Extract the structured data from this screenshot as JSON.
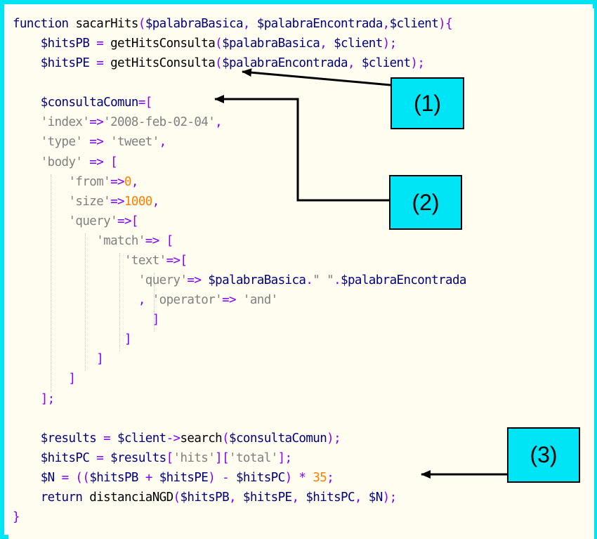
{
  "code": {
    "lines": [
      [
        {
          "t": "function ",
          "c": "kw"
        },
        {
          "t": "sacarHits",
          "c": "fn"
        },
        {
          "t": "(",
          "c": "op"
        },
        {
          "t": "$palabraBasica",
          "c": "var"
        },
        {
          "t": ", ",
          "c": "op"
        },
        {
          "t": "$palabraEncontrada",
          "c": "var"
        },
        {
          "t": ",",
          "c": "op"
        },
        {
          "t": "$client",
          "c": "var"
        },
        {
          "t": "){",
          "c": "op"
        }
      ],
      [
        {
          "t": "    $hitsPB ",
          "c": "var"
        },
        {
          "t": "= ",
          "c": "op"
        },
        {
          "t": "getHitsConsulta",
          "c": "fn"
        },
        {
          "t": "(",
          "c": "op"
        },
        {
          "t": "$palabraBasica",
          "c": "var"
        },
        {
          "t": ", ",
          "c": "op"
        },
        {
          "t": "$client",
          "c": "var"
        },
        {
          "t": ");",
          "c": "op"
        }
      ],
      [
        {
          "t": "    $hitsPE ",
          "c": "var"
        },
        {
          "t": "= ",
          "c": "op"
        },
        {
          "t": "getHitsConsulta",
          "c": "fn"
        },
        {
          "t": "(",
          "c": "op"
        },
        {
          "t": "$palabraEncontrada",
          "c": "var"
        },
        {
          "t": ", ",
          "c": "op"
        },
        {
          "t": "$client",
          "c": "var"
        },
        {
          "t": ");",
          "c": "op"
        }
      ],
      [],
      [
        {
          "t": "    $consultaComun",
          "c": "var"
        },
        {
          "t": "=[",
          "c": "op"
        }
      ],
      [
        {
          "t": "    'index'",
          "c": "str"
        },
        {
          "t": "=>",
          "c": "op"
        },
        {
          "t": "'2008-feb-02-04'",
          "c": "str"
        },
        {
          "t": ",",
          "c": "op"
        }
      ],
      [
        {
          "t": "    'type' ",
          "c": "str"
        },
        {
          "t": "=> ",
          "c": "op"
        },
        {
          "t": "'tweet'",
          "c": "str"
        },
        {
          "t": ",",
          "c": "op"
        }
      ],
      [
        {
          "t": "    'body' ",
          "c": "str"
        },
        {
          "t": "=> [",
          "c": "op"
        }
      ],
      [
        {
          "t": "        'from'",
          "c": "str"
        },
        {
          "t": "=>",
          "c": "op"
        },
        {
          "t": "0",
          "c": "num"
        },
        {
          "t": ",",
          "c": "op"
        }
      ],
      [
        {
          "t": "        'size'",
          "c": "str"
        },
        {
          "t": "=>",
          "c": "op"
        },
        {
          "t": "1000",
          "c": "num"
        },
        {
          "t": ",",
          "c": "op"
        }
      ],
      [
        {
          "t": "        'query'",
          "c": "str"
        },
        {
          "t": "=>[",
          "c": "op"
        }
      ],
      [
        {
          "t": "            'match'",
          "c": "str"
        },
        {
          "t": "=> [",
          "c": "op"
        }
      ],
      [
        {
          "t": "                'text'",
          "c": "str"
        },
        {
          "t": "=>[",
          "c": "op"
        }
      ],
      [
        {
          "t": "                  'query'",
          "c": "str"
        },
        {
          "t": "=> ",
          "c": "op"
        },
        {
          "t": "$palabraBasica",
          "c": "var"
        },
        {
          "t": ".",
          "c": "op"
        },
        {
          "t": "\" \"",
          "c": "str"
        },
        {
          "t": ".",
          "c": "op"
        },
        {
          "t": "$palabraEncontrada",
          "c": "var"
        }
      ],
      [
        {
          "t": "                  , ",
          "c": "op"
        },
        {
          "t": "'operator'",
          "c": "str"
        },
        {
          "t": "=> ",
          "c": "op"
        },
        {
          "t": "'and'",
          "c": "str"
        }
      ],
      [
        {
          "t": "                    ]",
          "c": "op"
        }
      ],
      [
        {
          "t": "                ]",
          "c": "op"
        }
      ],
      [
        {
          "t": "            ]",
          "c": "op"
        }
      ],
      [
        {
          "t": "        ]",
          "c": "op"
        }
      ],
      [
        {
          "t": "    ];",
          "c": "op"
        }
      ],
      [],
      [
        {
          "t": "    $results ",
          "c": "var"
        },
        {
          "t": "= ",
          "c": "op"
        },
        {
          "t": "$client",
          "c": "var"
        },
        {
          "t": "->",
          "c": "op"
        },
        {
          "t": "search",
          "c": "fn"
        },
        {
          "t": "(",
          "c": "op"
        },
        {
          "t": "$consultaComun",
          "c": "var"
        },
        {
          "t": ");",
          "c": "op"
        }
      ],
      [
        {
          "t": "    $hitsPC ",
          "c": "var"
        },
        {
          "t": "= ",
          "c": "op"
        },
        {
          "t": "$results",
          "c": "var"
        },
        {
          "t": "[",
          "c": "op"
        },
        {
          "t": "'hits'",
          "c": "str"
        },
        {
          "t": "][",
          "c": "op"
        },
        {
          "t": "'total'",
          "c": "str"
        },
        {
          "t": "];",
          "c": "op"
        }
      ],
      [
        {
          "t": "    $N ",
          "c": "var"
        },
        {
          "t": "= ((",
          "c": "op"
        },
        {
          "t": "$hitsPB ",
          "c": "var"
        },
        {
          "t": "+ ",
          "c": "op"
        },
        {
          "t": "$hitsPE",
          "c": "var"
        },
        {
          "t": ") - ",
          "c": "op"
        },
        {
          "t": "$hitsPC",
          "c": "var"
        },
        {
          "t": ") * ",
          "c": "op"
        },
        {
          "t": "35",
          "c": "num"
        },
        {
          "t": ";",
          "c": "op"
        }
      ],
      [
        {
          "t": "    return ",
          "c": "kw"
        },
        {
          "t": "distanciaNGD",
          "c": "fn"
        },
        {
          "t": "(",
          "c": "op"
        },
        {
          "t": "$hitsPB",
          "c": "var"
        },
        {
          "t": ", ",
          "c": "op"
        },
        {
          "t": "$hitsPE",
          "c": "var"
        },
        {
          "t": ", ",
          "c": "op"
        },
        {
          "t": "$hitsPC",
          "c": "var"
        },
        {
          "t": ", ",
          "c": "op"
        },
        {
          "t": "$N",
          "c": "var"
        },
        {
          "t": ");",
          "c": "op"
        }
      ],
      [
        {
          "t": "}",
          "c": "op"
        }
      ]
    ]
  },
  "callouts": {
    "c1": "(1)",
    "c2": "(2)",
    "c3": "(3)"
  },
  "colors": {
    "border": "#00e5f5",
    "code_background": "#fffcf0",
    "keyword": "#000080",
    "variable": "#000080",
    "string": "#808080",
    "number": "#ff8000",
    "operator": "#8000ff"
  }
}
